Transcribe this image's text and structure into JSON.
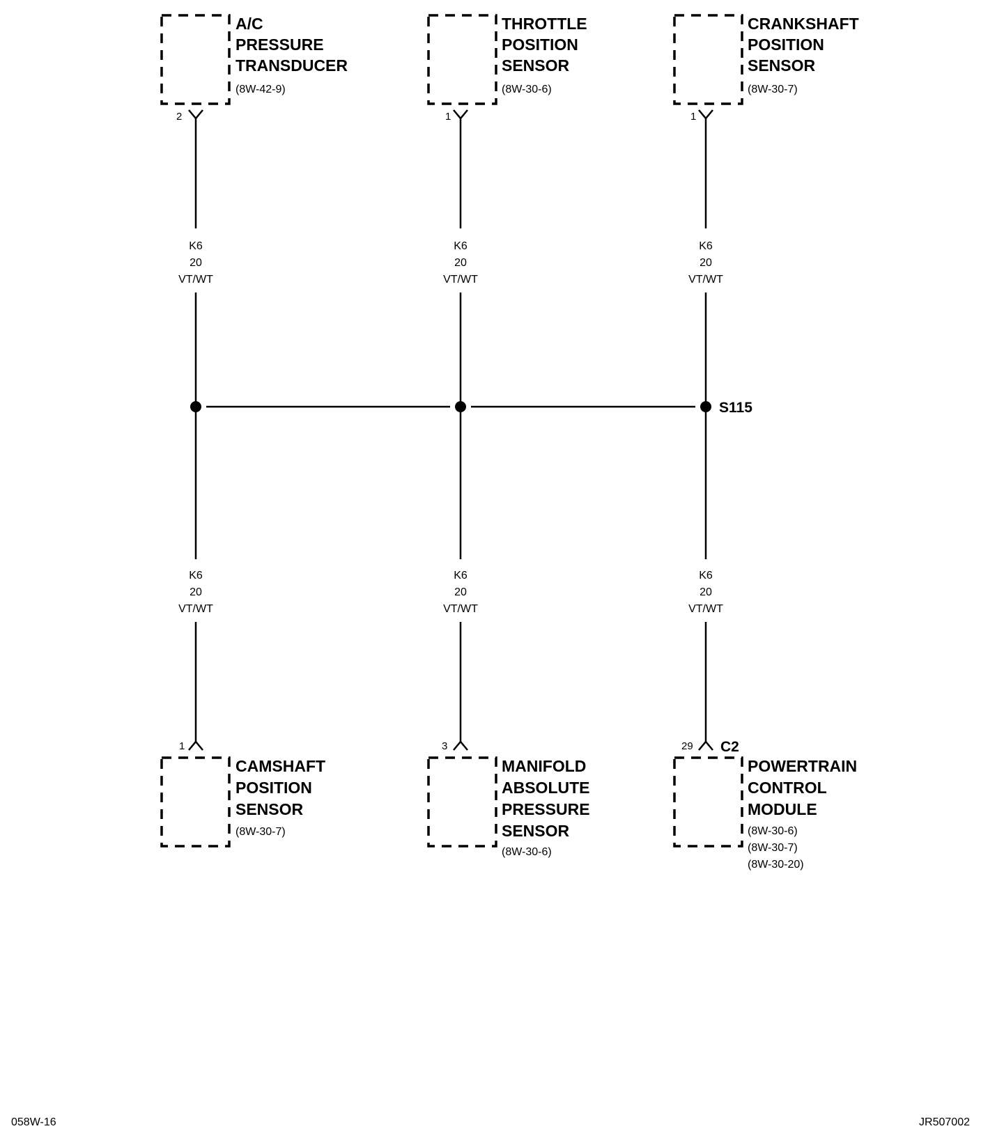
{
  "components": [
    {
      "id": "ac-pressure-transducer",
      "name_lines": [
        "A/C",
        "PRESSURE",
        "TRANSDUCER"
      ],
      "refs": [
        "(8W-42-9)"
      ],
      "pin": "2",
      "connector": ""
    },
    {
      "id": "throttle-position-sensor",
      "name_lines": [
        "THROTTLE",
        "POSITION",
        "SENSOR"
      ],
      "refs": [
        "(8W-30-6)"
      ],
      "pin": "1",
      "connector": ""
    },
    {
      "id": "crankshaft-position-sensor",
      "name_lines": [
        "CRANKSHAFT",
        "POSITION",
        "SENSOR"
      ],
      "refs": [
        "(8W-30-7)"
      ],
      "pin": "1",
      "connector": ""
    },
    {
      "id": "camshaft-position-sensor",
      "name_lines": [
        "CAMSHAFT",
        "POSITION",
        "SENSOR"
      ],
      "refs": [
        "(8W-30-7)"
      ],
      "pin": "1",
      "connector": ""
    },
    {
      "id": "manifold-absolute-pressure-sensor",
      "name_lines": [
        "MANIFOLD",
        "ABSOLUTE",
        "PRESSURE",
        "SENSOR"
      ],
      "refs": [
        "(8W-30-6)"
      ],
      "pin": "3",
      "connector": ""
    },
    {
      "id": "powertrain-control-module",
      "name_lines": [
        "POWERTRAIN",
        "CONTROL",
        "MODULE"
      ],
      "refs": [
        "(8W-30-6)",
        "(8W-30-7)",
        "(8W-30-20)"
      ],
      "pin": "29",
      "connector": "C2"
    }
  ],
  "wires": [
    {
      "circuit": "K6",
      "gauge": "20",
      "color": "VT/WT"
    },
    {
      "circuit": "K6",
      "gauge": "20",
      "color": "VT/WT"
    },
    {
      "circuit": "K6",
      "gauge": "20",
      "color": "VT/WT"
    },
    {
      "circuit": "K6",
      "gauge": "20",
      "color": "VT/WT"
    },
    {
      "circuit": "K6",
      "gauge": "20",
      "color": "VT/WT"
    },
    {
      "circuit": "K6",
      "gauge": "20",
      "color": "VT/WT"
    }
  ],
  "splice": {
    "label": "S115"
  },
  "footer": {
    "left_code": "058W-16",
    "right_code": "JR507002"
  }
}
